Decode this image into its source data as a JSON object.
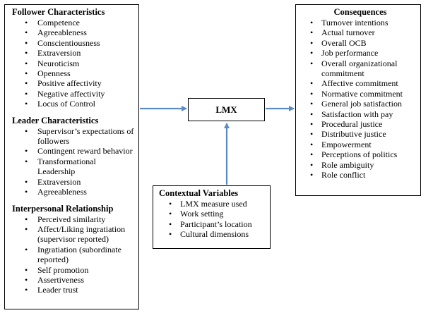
{
  "left": {
    "follower": {
      "title": "Follower Characteristics",
      "items": [
        "Competence",
        "Agreeableness",
        "Conscientiousness",
        "Extraversion",
        "Neuroticism",
        "Openness",
        "Positive affectivity",
        "Negative affectivity",
        "Locus of Control"
      ]
    },
    "leader": {
      "title": "Leader Characteristics",
      "items": [
        "Supervisor’s expectations of followers",
        "Contingent reward behavior",
        "Transformational Leadership",
        "Extraversion",
        "Agreeableness"
      ]
    },
    "interpersonal": {
      "title": "Interpersonal Relationship",
      "items": [
        "Perceived similarity",
        "Affect/Liking ingratiation (supervisor reported)",
        "Ingratiation (subordinate reported)",
        "Self promotion",
        "Assertiveness",
        "Leader trust"
      ]
    }
  },
  "center": {
    "label": "LMX"
  },
  "contextual": {
    "title": "Contextual Variables",
    "items": [
      "LMX measure used",
      "Work setting",
      "Participant’s location",
      "Cultural dimensions"
    ]
  },
  "consequences": {
    "title": "Consequences",
    "items": [
      "Turnover intentions",
      "Actual turnover",
      "Overall OCB",
      "Job performance",
      "Overall organizational commitment",
      "Affective commitment",
      "Normative commitment",
      "General job satisfaction",
      "Satisfaction with pay",
      "Procedural justice",
      "Distributive justice",
      "Empowerment",
      "Perceptions of politics",
      "Role ambiguity",
      "Role conflict"
    ]
  },
  "colors": {
    "arrow": "#5b8bc4",
    "border": "#000000"
  }
}
